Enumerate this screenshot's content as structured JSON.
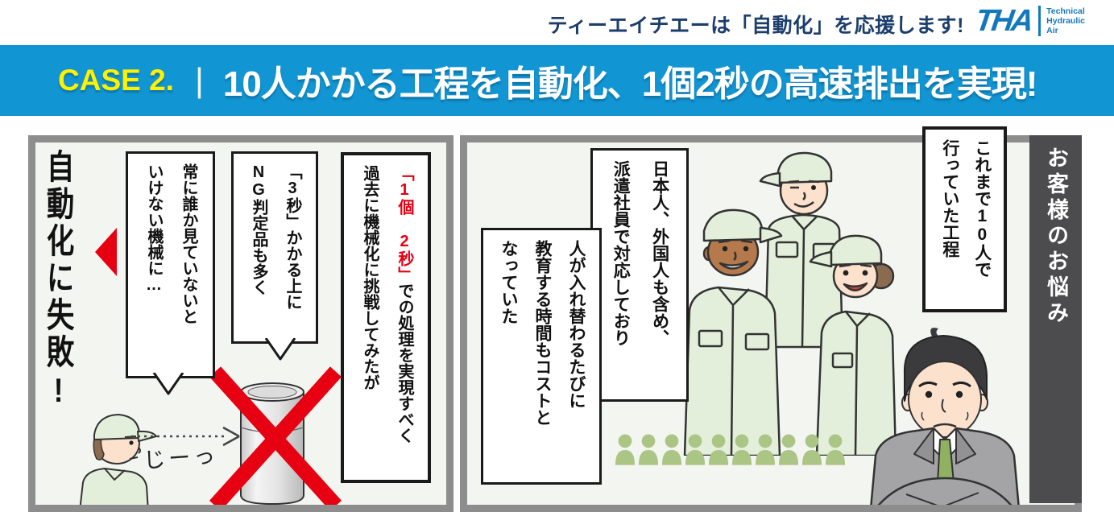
{
  "header": {
    "slogan": "ティーエイチエーは「自動化」を応援します!",
    "logo": {
      "wordmark": "THA",
      "tagline_lines": [
        "Technical",
        "Hydraulic",
        "Air"
      ]
    }
  },
  "banner": {
    "case_label": "CASE 2.",
    "separator": "|",
    "title": "10人かかる工程を自動化、1個2秒の高速排出を実現!"
  },
  "left_panel": {
    "fail_caption": "自動化に失敗!",
    "bubble_watch": {
      "lines": [
        "常に誰か見ていないと",
        "いけない機械に…"
      ]
    },
    "bubble_3sec": {
      "lines": [
        "「3秒」かかる上に",
        "NG判定品も多く"
      ]
    },
    "bubble_past": {
      "red_part": "「1個 2秒」",
      "line1_rest": "での処理を実現すべく",
      "line2": "過去に機械化に挑戦してみたが"
    },
    "stare_sfx": "じーっ"
  },
  "right_panel": {
    "sidebar_label": "お客様のお悩み",
    "bubble_process": {
      "lines": [
        "これまで10人で",
        "行っていた工程"
      ]
    },
    "bubble_staff": {
      "lines": [
        "日本人、外国人も含め、",
        "派遣社員で対応しており"
      ]
    },
    "bubble_cost": {
      "lines": [
        "人が入れ替わるたびに",
        "教育する時間もコストと",
        "なっていた"
      ]
    },
    "people_icons": {
      "count": 10
    }
  },
  "colors": {
    "banner_blue": "#1295d3",
    "case_yellow": "#fff100",
    "navy_text": "#1c3e6d",
    "logo_blue": "#1478bd",
    "accent_red": "#e60012",
    "panel_border": "#8d8d8d",
    "panel_bg": "#f3f5f1",
    "sidebar_gray": "#4c4c4e",
    "uniform_green": "#e3efdb",
    "icon_green": "#abc584"
  }
}
